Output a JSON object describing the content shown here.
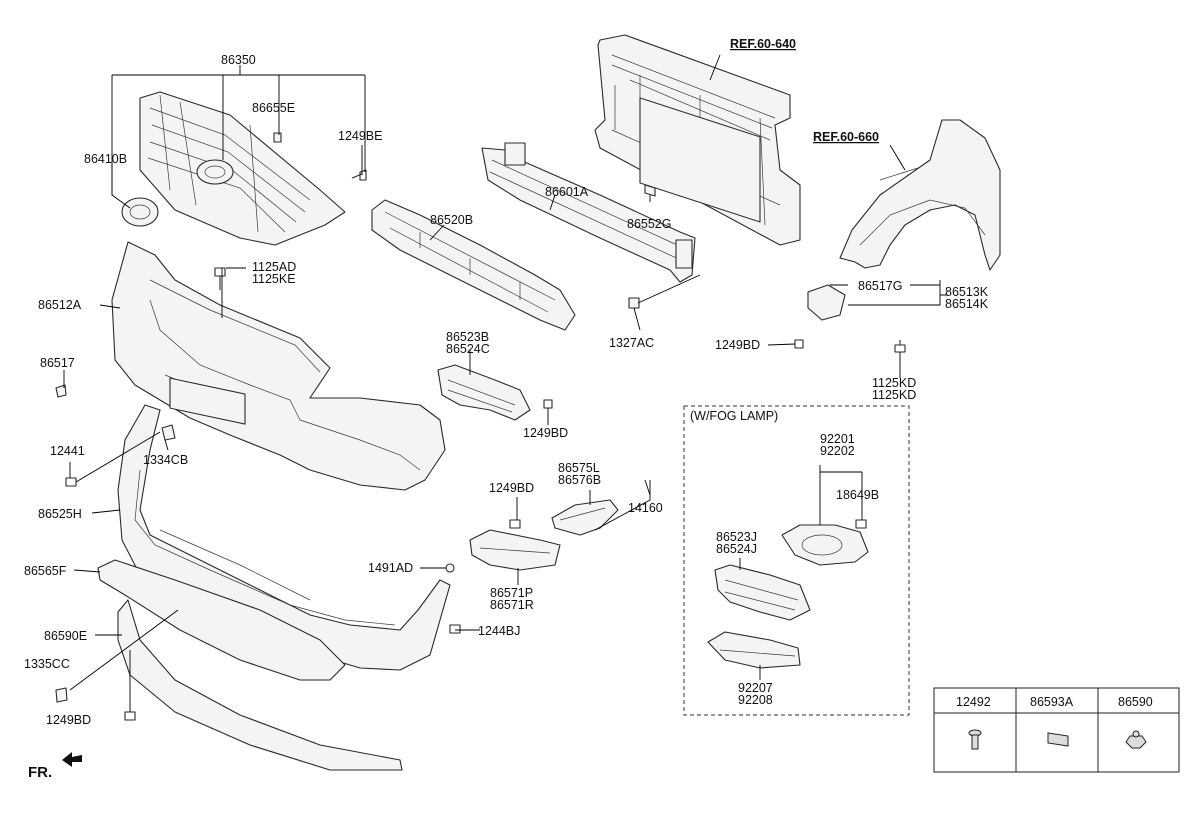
{
  "labels": {
    "p86350": "86350",
    "p86655E": "86655E",
    "p1249BE": "1249BE",
    "p86410B": "86410B",
    "p86520B": "86520B",
    "p86601A": "86601A",
    "p86552G": "86552G",
    "p1327AC": "1327AC",
    "ref60640": "REF.60-640",
    "ref60660": "REF.60-660",
    "p86517G": "86517G",
    "p86513K": "86513K",
    "p86514K": "86514K",
    "p1249BD_a": "1249BD",
    "p1125KD_a": "1125KD",
    "p1125KD_b": "1125KD",
    "p1125AD": "1125AD",
    "p1125KE": "1125KE",
    "p86512A": "86512A",
    "p86517": "86517",
    "p86523B": "86523B",
    "p86524C": "86524C",
    "p1249BD_b": "1249BD",
    "p12441": "12441",
    "p1334CB": "1334CB",
    "p86525H": "86525H",
    "p86575L": "86575L",
    "p86576B": "86576B",
    "p1249BD_c": "1249BD",
    "p14160": "14160",
    "p1491AD": "1491AD",
    "p86571P": "86571P",
    "p86571R": "86571R",
    "p1244BJ": "1244BJ",
    "p86565F": "86565F",
    "p86590E": "86590E",
    "p1335CC": "1335CC",
    "p1249BD_d": "1249BD",
    "wfog": "(W/FOG LAMP)",
    "p92201": "92201",
    "p92202": "92202",
    "p18649B": "18649B",
    "p86523J": "86523J",
    "p86524J": "86524J",
    "p92207": "92207",
    "p92208": "92208",
    "fr": "FR."
  },
  "legend_table": {
    "headers": [
      "12492",
      "86593A",
      "86590"
    ]
  }
}
